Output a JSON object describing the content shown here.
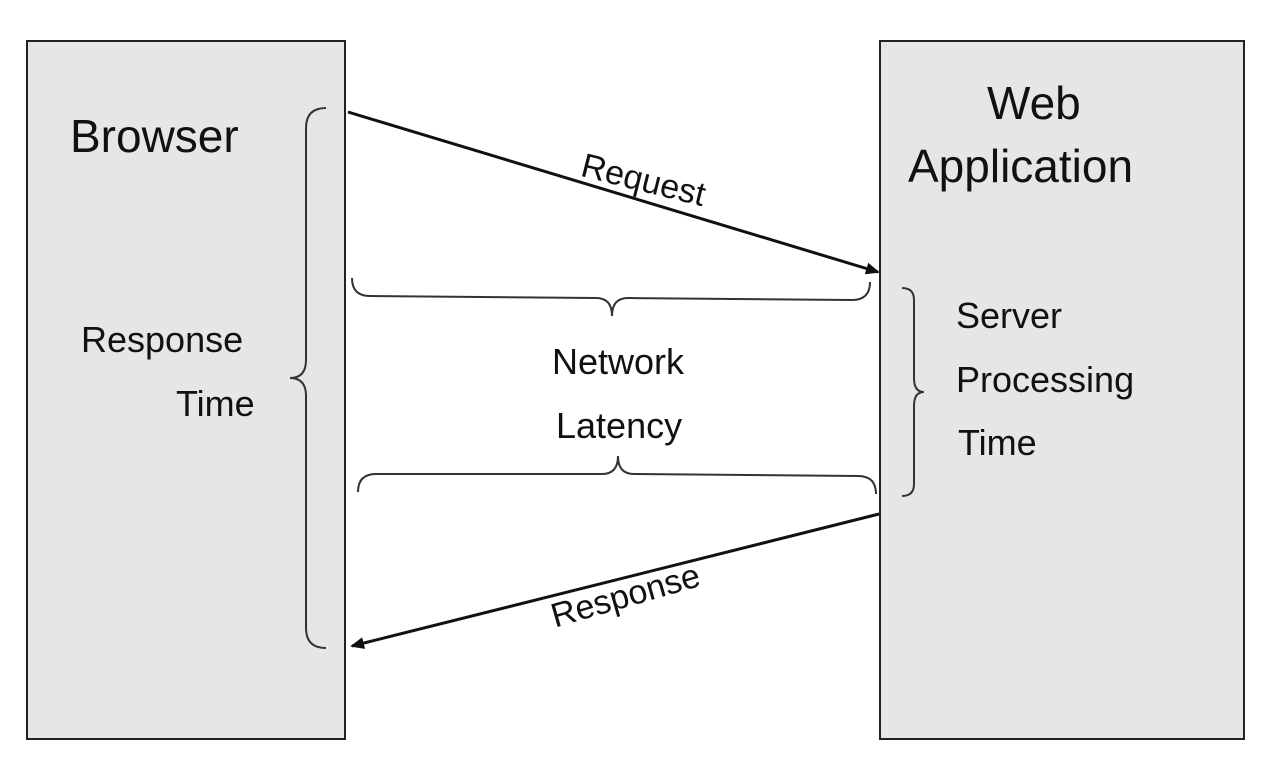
{
  "browser": {
    "title": "Browser",
    "response_time_line1": "Response",
    "response_time_line2": "Time"
  },
  "web_application": {
    "title_line1": "Web",
    "title_line2": "Application",
    "server_processing_line1": "Server",
    "server_processing_line2": "Processing",
    "server_processing_line3": "Time"
  },
  "network": {
    "request_label": "Request",
    "response_label": "Response",
    "latency_line1": "Network",
    "latency_line2": "Latency"
  },
  "colors": {
    "box_fill": "#e6e6e6",
    "box_border": "#222222",
    "arrow": "#111111",
    "brace": "#333333",
    "text": "#111111"
  }
}
